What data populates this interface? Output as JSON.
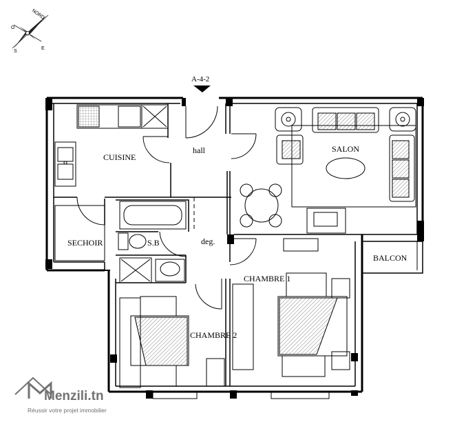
{
  "compass": {
    "north": "NORD",
    "west": "O",
    "south": "S",
    "east": "E"
  },
  "entrance_marker": "A-4-2",
  "rooms": {
    "kitchen": "CUISINE",
    "hall": "hall",
    "living": "SALON",
    "dryer": "SECHOIR",
    "bathroom": "S.B",
    "corridor": "deg.",
    "bedroom1": "CHAMBRE 1",
    "bedroom2": "CHAMBRE 2",
    "balcony": "BALCON"
  },
  "watermark": {
    "brand": "Menzili.tn",
    "tagline": "Réussir votre projet immobilier"
  },
  "colors": {
    "wall": "#000000",
    "line": "#222222",
    "hatch": "#555555",
    "watermark": "#5a5a5a"
  }
}
